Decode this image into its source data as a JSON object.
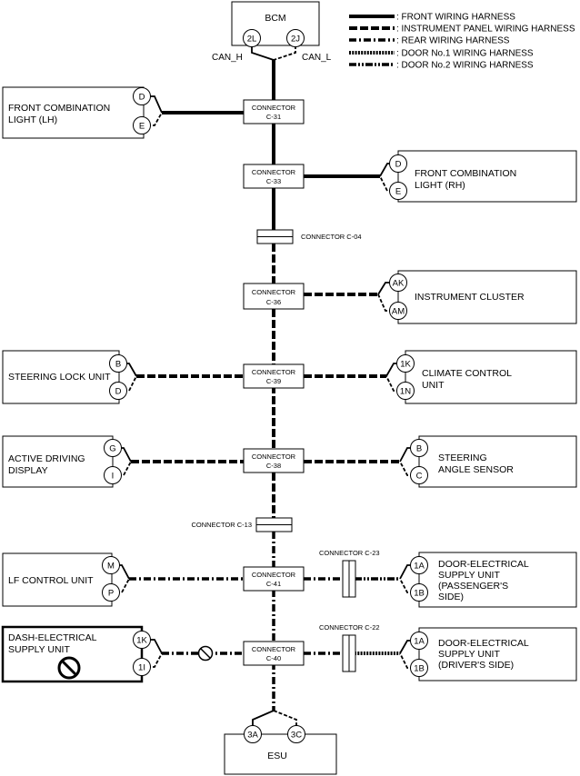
{
  "legend": [
    {
      "style": "front",
      "label": ": FRONT WIRING HARNESS"
    },
    {
      "style": "instrument",
      "label": ": INSTRUMENT PANEL WIRING HARNESS"
    },
    {
      "style": "rear",
      "label": ": REAR WIRING HARNESS"
    },
    {
      "style": "door1",
      "label": ": DOOR No.1 WIRING HARNESS"
    },
    {
      "style": "door2",
      "label": ": DOOR No.2 WIRING HARNESS"
    }
  ],
  "units": {
    "bcm": {
      "label": "BCM",
      "pins": [
        "2L",
        "2J"
      ]
    },
    "can_h": "CAN_H",
    "can_l": "CAN_L",
    "front_combination_lh": {
      "lines": [
        "FRONT COMBINATION",
        "LIGHT (LH)"
      ],
      "pins": [
        "D",
        "E"
      ]
    },
    "front_combination_rh": {
      "lines": [
        "FRONT COMBINATION",
        "LIGHT (RH)"
      ],
      "pins": [
        "D",
        "E"
      ]
    },
    "instrument_cluster": {
      "lines": [
        "INSTRUMENT CLUSTER"
      ],
      "pins": [
        "AK",
        "AM"
      ]
    },
    "steering_lock_unit": {
      "lines": [
        "STEERING LOCK UNIT"
      ],
      "pins": [
        "B",
        "D"
      ]
    },
    "climate_control_unit": {
      "lines": [
        "CLIMATE CONTROL",
        "UNIT"
      ],
      "pins": [
        "1K",
        "1N"
      ]
    },
    "active_driving_display": {
      "lines": [
        "ACTIVE DRIVING",
        "DISPLAY"
      ],
      "pins": [
        "G",
        "I"
      ]
    },
    "steering_angle_sensor": {
      "lines": [
        "STEERING",
        "ANGLE SENSOR"
      ],
      "pins": [
        "B",
        "C"
      ]
    },
    "lf_control_unit": {
      "lines": [
        "LF CONTROL UNIT"
      ],
      "pins": [
        "M",
        "P"
      ]
    },
    "door_supply_passenger": {
      "lines": [
        "DOOR-ELECTRICAL",
        "SUPPLY UNIT",
        "(PASSENGER'S",
        "SIDE)"
      ],
      "pins": [
        "1A",
        "1B"
      ]
    },
    "dash_supply": {
      "lines": [
        "DASH-ELECTRICAL",
        "SUPPLY UNIT"
      ],
      "pins": [
        "1K",
        "1I"
      ]
    },
    "door_supply_driver": {
      "lines": [
        "DOOR-ELECTRICAL",
        "SUPPLY UNIT",
        "(DRIVER'S SIDE)"
      ],
      "pins": [
        "1A",
        "1B"
      ]
    },
    "esu": {
      "label": "ESU",
      "pins": [
        "3A",
        "3C"
      ]
    }
  },
  "connectors": {
    "c31": [
      "CONNECTOR",
      "C-31"
    ],
    "c33": [
      "CONNECTOR",
      "C-33"
    ],
    "c04": "CONNECTOR C-04",
    "c36": [
      "CONNECTOR",
      "C-36"
    ],
    "c39": [
      "CONNECTOR",
      "C-39"
    ],
    "c38": [
      "CONNECTOR",
      "C-38"
    ],
    "c13": "CONNECTOR C-13",
    "c41": [
      "CONNECTOR",
      "C-41"
    ],
    "c23": "CONNECTOR C-23",
    "c40": [
      "CONNECTOR",
      "C-40"
    ],
    "c22": "CONNECTOR C-22"
  }
}
